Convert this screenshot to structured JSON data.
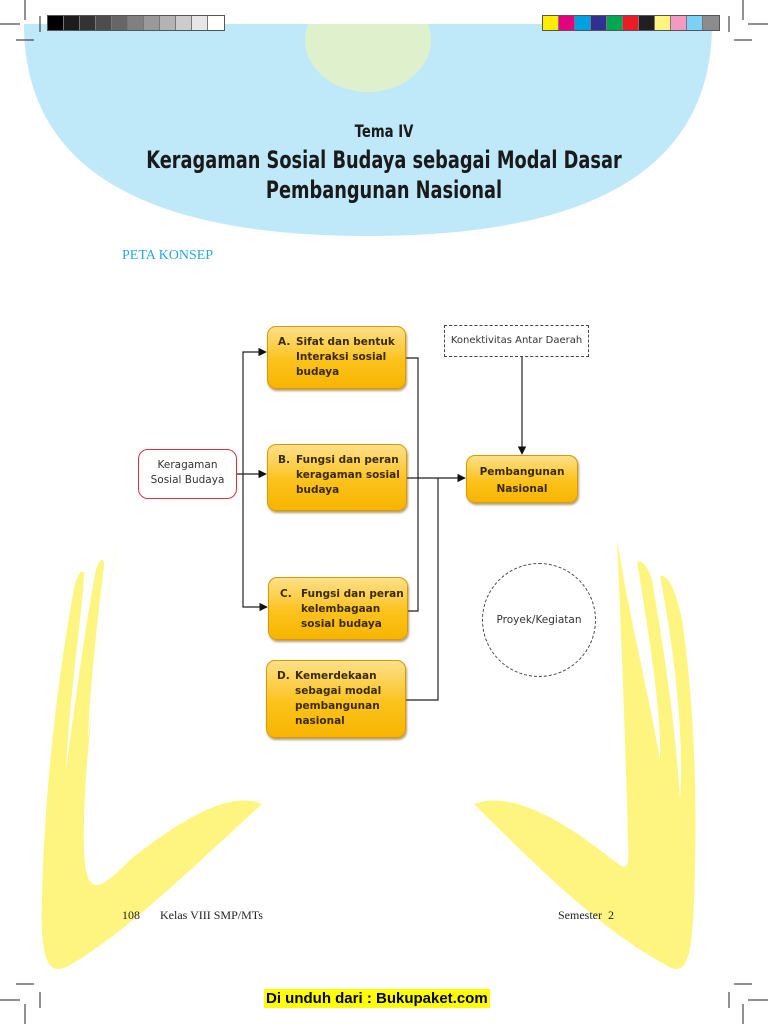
{
  "header": {
    "theme_label": "Tema IV",
    "title_line1": "Keragaman Sosial Budaya sebagai Modal Dasar",
    "title_line2": "Pembangunan Nasional"
  },
  "section_label": "PETA KONSEP",
  "concept_map": {
    "root": "Keragaman\nSosial Budaya",
    "items": [
      {
        "letter": "A.",
        "text": "Sifat dan bentuk\nInteraksi sosial\nbudaya"
      },
      {
        "letter": "B.",
        "text": "Fungsi dan peran\nkeragaman sosial\nbudaya"
      },
      {
        "letter": "C.",
        "text": "Fungsi dan peran\nkelembagaan\nsosial budaya"
      },
      {
        "letter": "D.",
        "text": "Kemerdekaan\nsebagai modal\npembangunan\nnasional"
      }
    ],
    "target": "Pembangunan\nNasional",
    "connectivity": "Konektivitas Antar Daerah",
    "project": "Proyek/Kegiatan"
  },
  "footer": {
    "page_number": "108",
    "class_label": "Kelas VIII SMP/MTs",
    "semester_label": "Semester  2"
  },
  "watermark": "Di unduh dari : Bukupaket.com",
  "colors": {
    "header_blue": "#bfe8f9",
    "header_green": "#dff0cc",
    "box_yellow": "#fcc21c",
    "swoosh_yellow": "#fdf57f",
    "accent_cyan": "#2aa8d8",
    "root_border_red": "#d9323e",
    "grayscale_swatches": [
      "#000000",
      "#1c1c1c",
      "#333333",
      "#4d4d4d",
      "#666666",
      "#808080",
      "#999999",
      "#b3b3b3",
      "#cccccc",
      "#e6e6e6",
      "#ffffff"
    ],
    "color_swatches": [
      "#ffed00",
      "#e6007e",
      "#00a0e3",
      "#2e3192",
      "#00a651",
      "#ed1c24",
      "#231f20",
      "#fff57f",
      "#f49ac1",
      "#7dd0f5",
      "#8c8c8c"
    ]
  }
}
